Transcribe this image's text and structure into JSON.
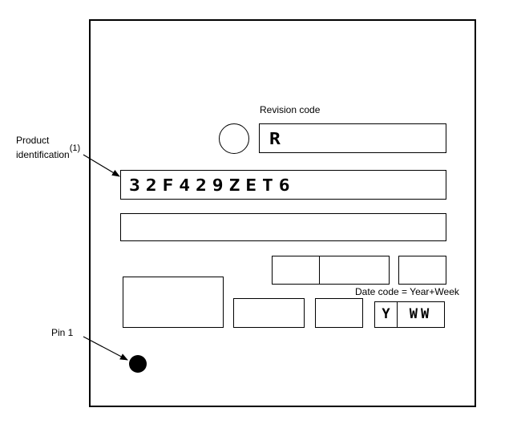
{
  "labels": {
    "revision_code": "Revision code",
    "product_identification_line1": "Product",
    "product_identification_line2": "identification",
    "product_identification_ref": "(1)",
    "pin1": "Pin 1",
    "date_code": "Date code = Year+Week"
  },
  "markings": {
    "revision": "R",
    "product_id": "32F429ZET6",
    "year": "Y",
    "week": "WW"
  },
  "colors": {
    "stroke": "#000000",
    "background": "#ffffff"
  }
}
